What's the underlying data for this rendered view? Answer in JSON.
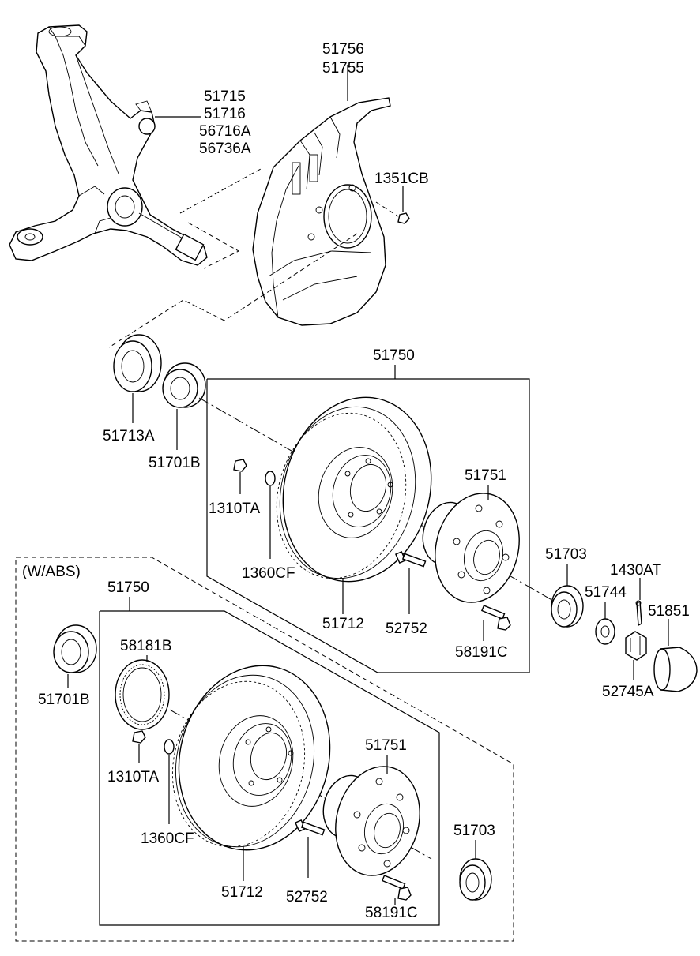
{
  "labels": {
    "shield_a": "51756",
    "shield_b": "51755",
    "knuckle_a": "51715",
    "knuckle_b": "51716",
    "knuckle_c": "56716A",
    "knuckle_d": "56736A",
    "bolt_shield": "1351CB",
    "assembly_top": "51750",
    "seal": "51713A",
    "bearing_inner_top": "51701B",
    "nut_top": "1310TA",
    "washer_top": "1360CF",
    "hub_top": "51751",
    "disc_top": "51712",
    "stud_top": "52752",
    "bolt_hub_top": "58191C",
    "bearing_outer_top": "51703",
    "washer_outer": "51744",
    "cotter_pin": "1430AT",
    "cap": "51851",
    "castle_nut": "52745A",
    "abs_group": "(W/ABS)",
    "assembly_abs": "51750",
    "tone_ring": "58181B",
    "bearing_inner_abs": "51701B",
    "nut_abs": "1310TA",
    "washer_abs": "1360CF",
    "hub_abs": "51751",
    "disc_abs": "51712",
    "stud_abs": "52752",
    "bolt_hub_abs": "58191C",
    "bearing_outer_abs": "51703"
  },
  "icons": {
    "knuckle": "steering-knuckle-icon",
    "shield": "dust-shield-icon",
    "disc": "brake-disc-icon",
    "hub": "wheel-hub-icon",
    "bearing": "bearing-icon"
  }
}
